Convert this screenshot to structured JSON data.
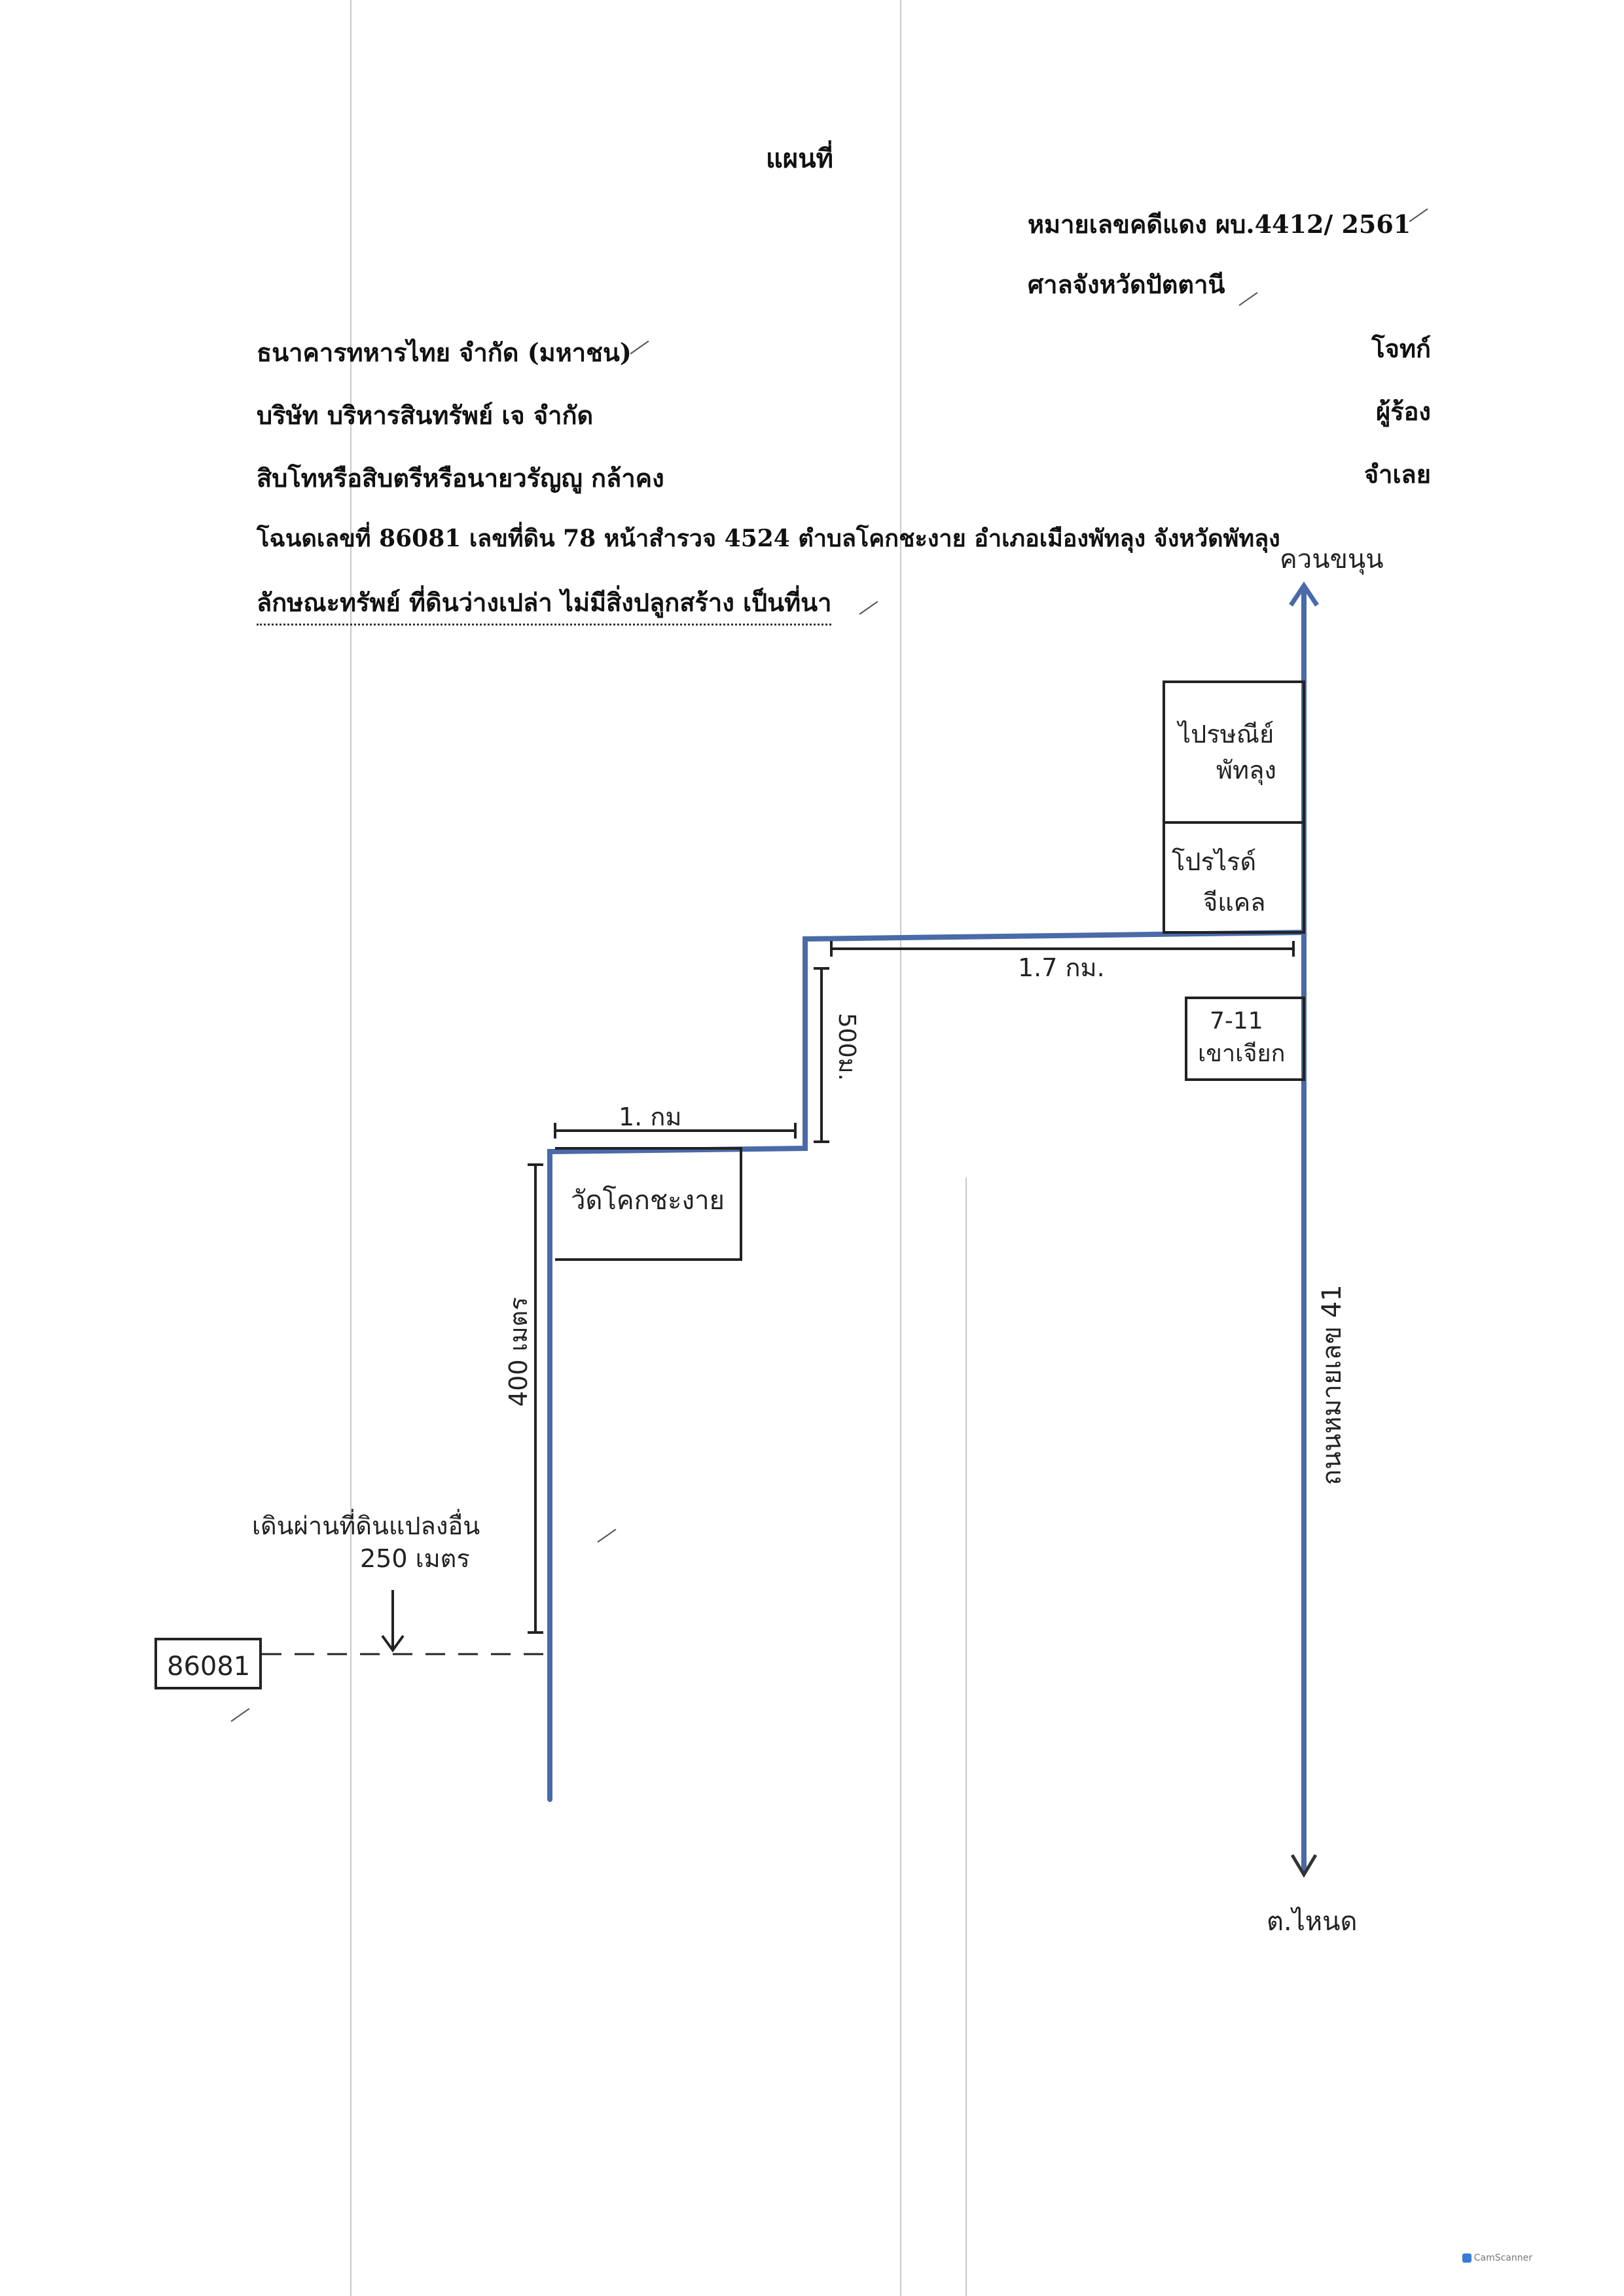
{
  "header": {
    "title": "แผนที่",
    "case_number": "หมายเลขคดีแดง ผบ.4412/ 2561",
    "court": "ศาลจังหวัดปัตตานี"
  },
  "parties": [
    {
      "name": "ธนาคารทหารไทย จำกัด (มหาชน)",
      "role": "โจทก์"
    },
    {
      "name": "บริษัท บริหารสินทรัพย์ เจ จำกัด",
      "role": "ผู้ร้อง"
    },
    {
      "name": "สิบโทหรือสิบตรีหรือนายวรัญญู กล้าคง",
      "role": "จำเลย"
    }
  ],
  "deed_line": "โฉนดเลขที่ 86081 เลขที่ดิน 78 หน้าสำรวจ 4524 ตำบลโคกชะงาย อำเภอเมืองพัทลุง จังหวัดพัทลุง",
  "property_line": "ลักษณะทรัพย์ ที่ดินว่างเปล่า ไม่มีสิ่งปลูกสร้าง เป็นที่นา",
  "map": {
    "north_label": "ควนขนุน",
    "south_label": "ต.ไหนด",
    "highway_label": "ถนนหมายเลข 41",
    "landmarks": {
      "museum": [
        "ไปรษณีย์",
        "พัทลุง"
      ],
      "pro_ride": [
        "โปรไรด์",
        "จีแคล"
      ],
      "seven_eleven": [
        "7-11",
        "เขาเจียก"
      ],
      "temple": "วัดโคกชะงาย"
    },
    "distances": {
      "d1": "1.7 กม.",
      "d2": "500ม.",
      "d3": "1. กม",
      "d4": "400 เมตร"
    },
    "note": [
      "เดินผ่านที่ดินแปลงอื่น",
      "250 เมตร"
    ],
    "parcel": "86081",
    "route_color": "#4a6aa8",
    "ink_color": "#222222"
  },
  "footer": {
    "scanner": "CamScanner"
  }
}
